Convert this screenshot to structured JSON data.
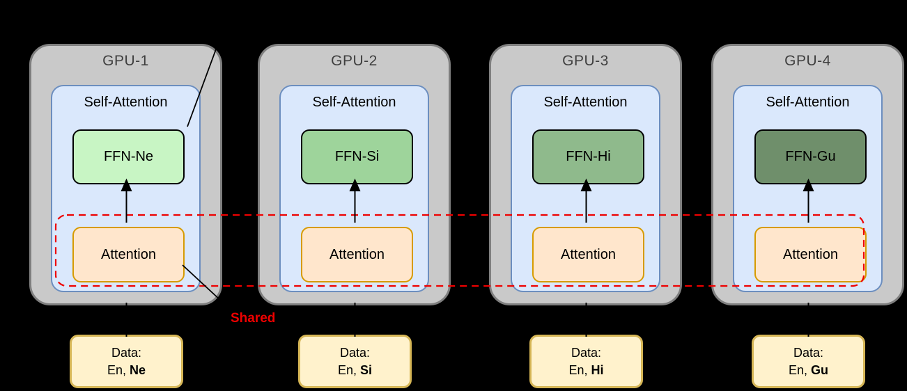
{
  "canvas": {
    "background": "#000000"
  },
  "colors": {
    "gpu_fill": "#C9C9C9",
    "gpu_border": "#7F7F7F",
    "self_attention_fill": "#DAE8FC",
    "self_attention_border": "#6C8EBF",
    "ffn_border": "#000000",
    "attention_fill": "#FFE6CC",
    "attention_border": "#D79B00",
    "data_fill": "#FFF2CC",
    "data_border": "#D6B656",
    "shared_red": "#EE0000"
  },
  "shared": {
    "label": "Shared"
  },
  "gpus": [
    {
      "title": "GPU-1",
      "block_label": "Self-Attention",
      "ffn": {
        "label": "FFN-Ne",
        "fill": "#C8F5C4"
      },
      "attention": {
        "label": "Attention"
      },
      "data": {
        "line1": "Data:",
        "line2_prefix": "En, ",
        "line2_bold": "Ne"
      }
    },
    {
      "title": "GPU-2",
      "block_label": "Self-Attention",
      "ffn": {
        "label": "FFN-Si",
        "fill": "#9ED49B"
      },
      "attention": {
        "label": "Attention"
      },
      "data": {
        "line1": "Data:",
        "line2_prefix": "En, ",
        "line2_bold": "Si"
      }
    },
    {
      "title": "GPU-3",
      "block_label": "Self-Attention",
      "ffn": {
        "label": "FFN-Hi",
        "fill": "#8FBA8C"
      },
      "attention": {
        "label": "Attention"
      },
      "data": {
        "line1": "Data:",
        "line2_prefix": "En, ",
        "line2_bold": "Hi"
      }
    },
    {
      "title": "GPU-4",
      "block_label": "Self-Attention",
      "ffn": {
        "label": "FFN-Gu",
        "fill": "#6F8F6B"
      },
      "attention": {
        "label": "Attention"
      },
      "data": {
        "line1": "Data:",
        "line2_prefix": "En, ",
        "line2_bold": "Gu"
      }
    }
  ]
}
